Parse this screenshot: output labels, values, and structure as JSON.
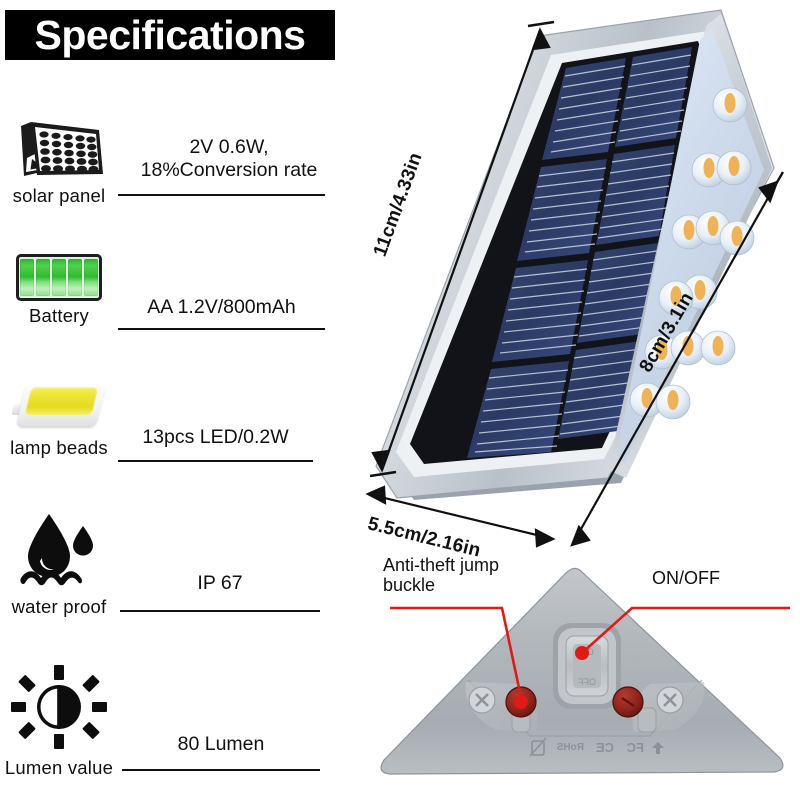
{
  "title": {
    "text": "Specifications"
  },
  "specs": [
    {
      "id": "solar-panel",
      "icon": "solar-panel-icon",
      "label": "solar panel",
      "value_line1": "2V  0.6W,",
      "value_line2": "18%Conversion rate"
    },
    {
      "id": "battery",
      "icon": "battery-icon",
      "label": "Battery",
      "value_line1": "AA 1.2V/800mAh",
      "value_line2": ""
    },
    {
      "id": "lamp-beads",
      "icon": "led-bead-icon",
      "label": "lamp beads",
      "value_line1": "13pcs LED/0.2W",
      "value_line2": ""
    },
    {
      "id": "water-proof",
      "icon": "water-drop-icon",
      "label": "water proof",
      "value_line1": "IP 67",
      "value_line2": ""
    },
    {
      "id": "lumen-value",
      "icon": "brightness-sun-icon",
      "label": "Lumen value",
      "value_line1": "80 Lumen",
      "value_line2": ""
    }
  ],
  "product": {
    "dimensions": {
      "height": "11cm/4.33in",
      "depth": "5.5cm/2.16in",
      "width": "8cm/3.1in"
    },
    "led_count": 13,
    "colors": {
      "panel_blue": "#2e3f68",
      "housing_silver": "#c9ced4",
      "led_amber": "#f0b44a",
      "callout_red": "#e01b16"
    }
  },
  "bottom_view": {
    "callouts": [
      {
        "id": "anti-theft",
        "line1": "Anti-theft jump",
        "line2": "buckle"
      },
      {
        "id": "on-off",
        "line1": "ON/OFF",
        "line2": ""
      }
    ],
    "cert_marks": [
      "WEEE-bin-icon",
      "RoHS-icon",
      "CE-icon",
      "FC-icon",
      "recycle-icon"
    ]
  }
}
